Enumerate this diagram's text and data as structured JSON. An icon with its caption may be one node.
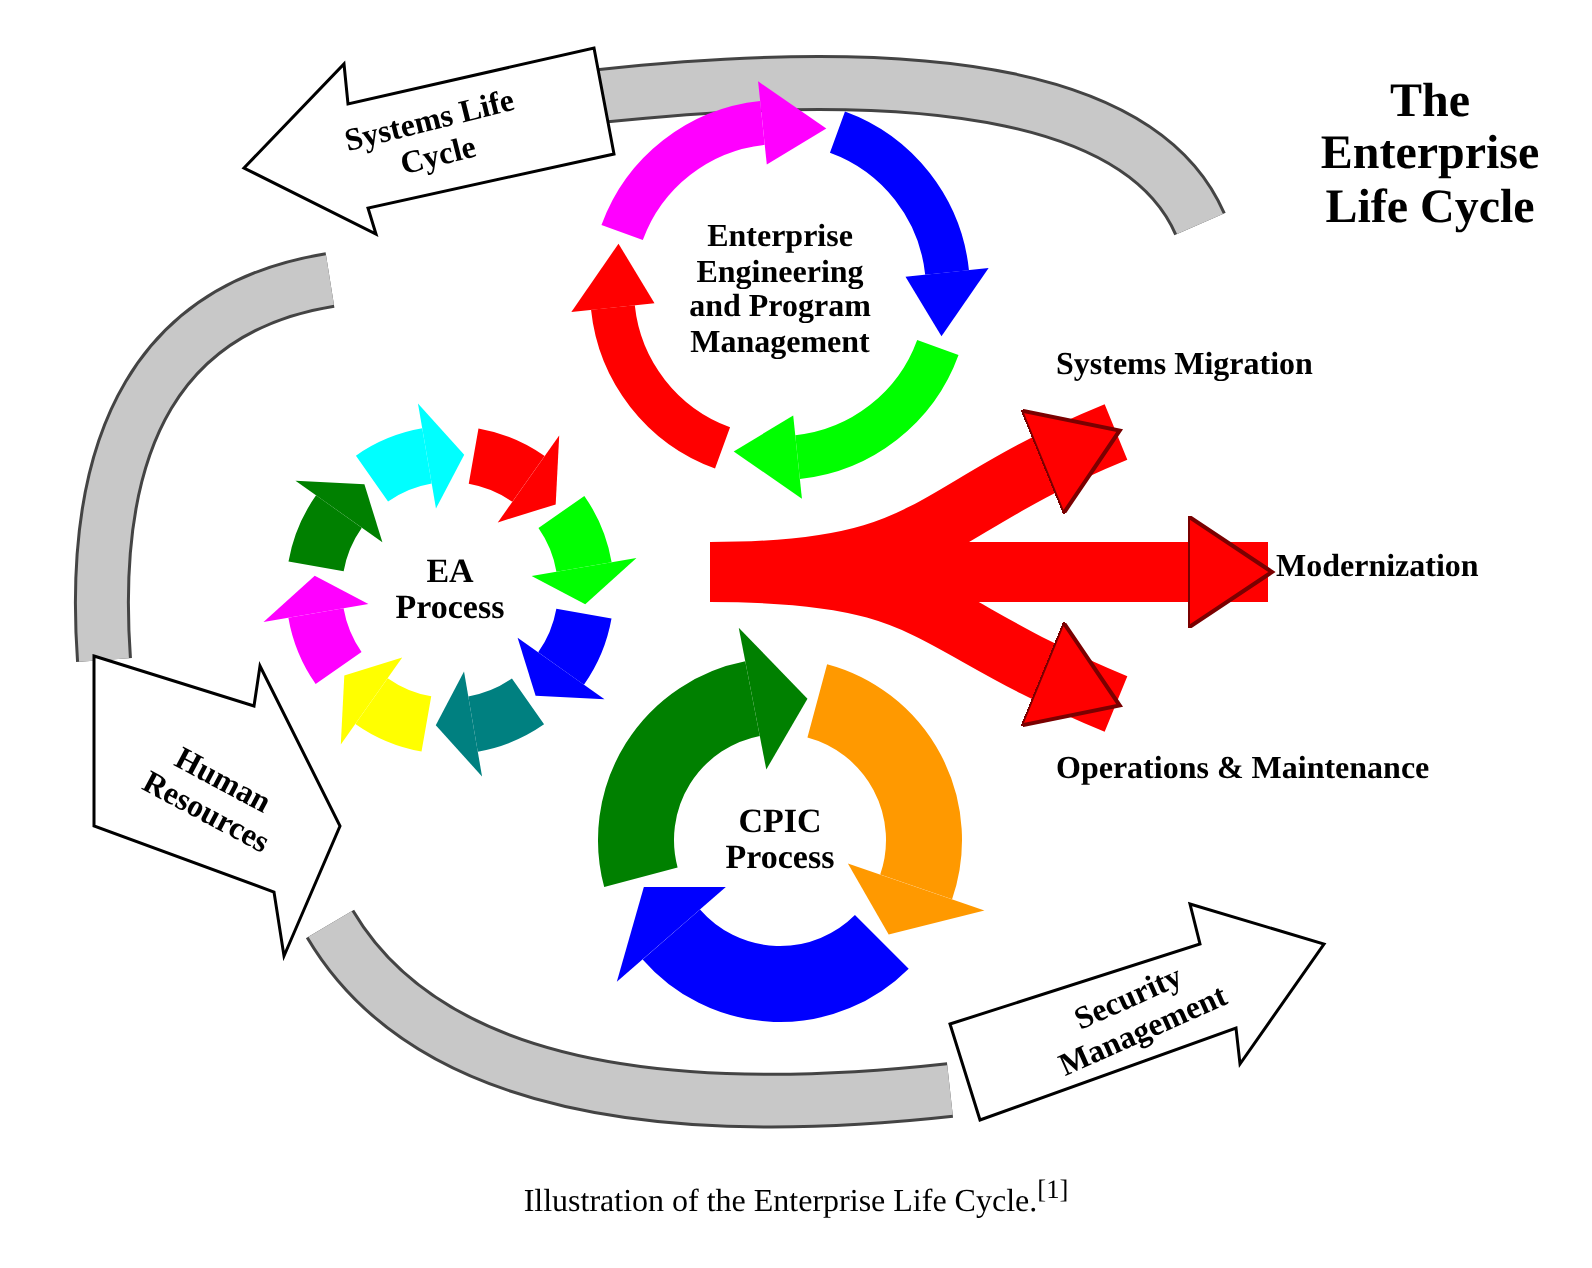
{
  "diagram": {
    "title": "The Enterprise Life Cycle",
    "caption": "Illustration of the Enterprise Life Cycle.$^{[1]}$",
    "nodes": [
      {
        "text": [
          "Systems Life Cycle"
        ]
      },
      {
        "text": [
          "Enterprise Engineering and Program Management"
        ]
      },
      {
        "text": [
          "EA Process"
        ]
      },
      {
        "text": [
          "Systems Migration"
        ]
      },
      {
        "text": [
          "Modernization"
        ]
      },
      {
        "text": [
          "Operations & Maintenance"
        ]
      },
      {
        "text": [
          "Human Resources"
        ]
      },
      {
        "text": [
          "CPIC Process"
        ]
      },
      {
        "text": [
          "Security Management"
        ]
      }
    ],
    "edges": [
      {
        "from": null,
        "to": 3,
        "arrow": "to"
      },
      {
        "from": null,
        "to": 4,
        "arrow": "to"
      },
      {
        "from": null,
        "to": 5,
        "arrow": "to"
      }
    ]
  }
}
